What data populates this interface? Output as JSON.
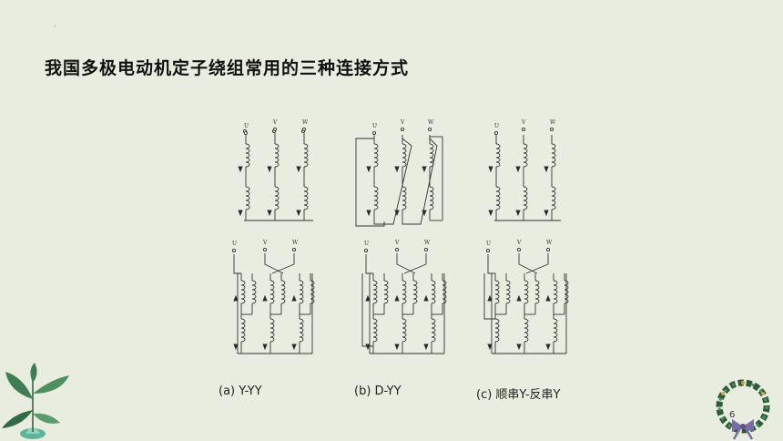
{
  "slide": {
    "marker": ".",
    "title": "我国多极电动机定子绕组常用的三种连接方式",
    "page_number": "6"
  },
  "terminals": [
    "U",
    "V",
    "W"
  ],
  "captions": [
    {
      "id": "a",
      "text": "(a) Y-YY"
    },
    {
      "id": "b",
      "text": "(b) D-YY"
    },
    {
      "id": "c",
      "text": "(c) 顺串Y-反串Y"
    }
  ],
  "colors": {
    "background": "#e9eddf",
    "line": "#333333",
    "leaf": "#3f7d54",
    "wreath": "#2f5a3a",
    "bow": "#7a6aa8"
  }
}
